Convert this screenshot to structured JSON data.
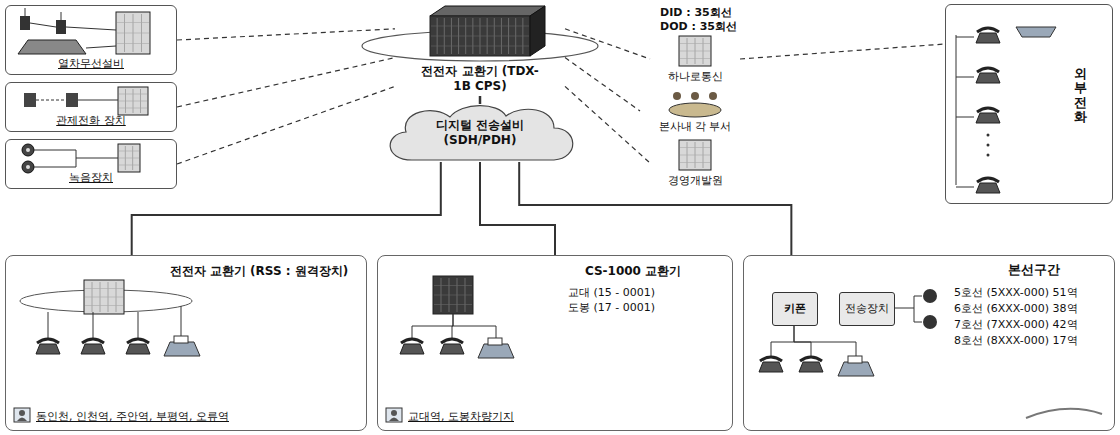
{
  "diagram": {
    "nodes": [
      {
        "text": [
          "열차무선설비"
        ]
      },
      {
        "text": [
          "관제전화 장치"
        ]
      },
      {
        "text": [
          "녹음장치"
        ]
      },
      {
        "text": [
          "전전자 교환기 (TDX-1B CPS)"
        ]
      },
      {
        "text": [
          "하나로통신"
        ]
      },
      {
        "text": [
          "본사내 각 부서"
        ]
      },
      {
        "text": [
          "경영개발원"
        ]
      },
      {
        "text": [
          "외부전화"
        ]
      },
      {
        "text": [
          "디지털 전송설비 (SDH/PDH)"
        ]
      },
      {
        "text": [
          "전전자 교환기 (RSS : 원격장치)",
          "동인천, 인천역, 주안역, 부평역, 오류역"
        ]
      },
      {
        "text": [
          "CS-1000 교환기",
          "교대 (15 - 0001)",
          "도봉 (17 - 0001)",
          "교대역, 도봉차량기지"
        ]
      },
      {
        "text": [
          "본선구간",
          "5호선 (5XXX-000) 51역",
          "6호선 (6XXX-000) 38역",
          "7호선 (7XXX-000) 42역",
          "8호선 (8XXX-000) 17역"
        ]
      },
      {
        "text": [
          "키폰"
        ],
        "in": 11
      },
      {
        "text": [
          "전송장치"
        ],
        "in": 11
      }
    ],
    "edges": [
      {
        "from": 0,
        "to": 3,
        "arrow": "none"
      },
      {
        "from": 1,
        "to": 3,
        "arrow": "none"
      },
      {
        "from": 2,
        "to": 3,
        "arrow": "none"
      },
      {
        "from": 3,
        "to": 4,
        "arrow": "none"
      },
      {
        "from": 3,
        "to": 5,
        "arrow": "none"
      },
      {
        "from": 3,
        "to": 6,
        "arrow": "none"
      },
      {
        "from": 4,
        "to": 7,
        "arrow": "none"
      },
      {
        "from": 3,
        "to": 8,
        "arrow": "none"
      },
      {
        "from": 8,
        "to": 9,
        "arrow": "none"
      },
      {
        "from": 8,
        "to": 10,
        "arrow": "none"
      },
      {
        "from": 8,
        "to": 11,
        "arrow": "none"
      },
      {
        "from": 12,
        "to": 13,
        "arrow": "none"
      }
    ],
    "labels": [
      "DID : 35회선",
      "DOD : 35회선"
    ]
  }
}
